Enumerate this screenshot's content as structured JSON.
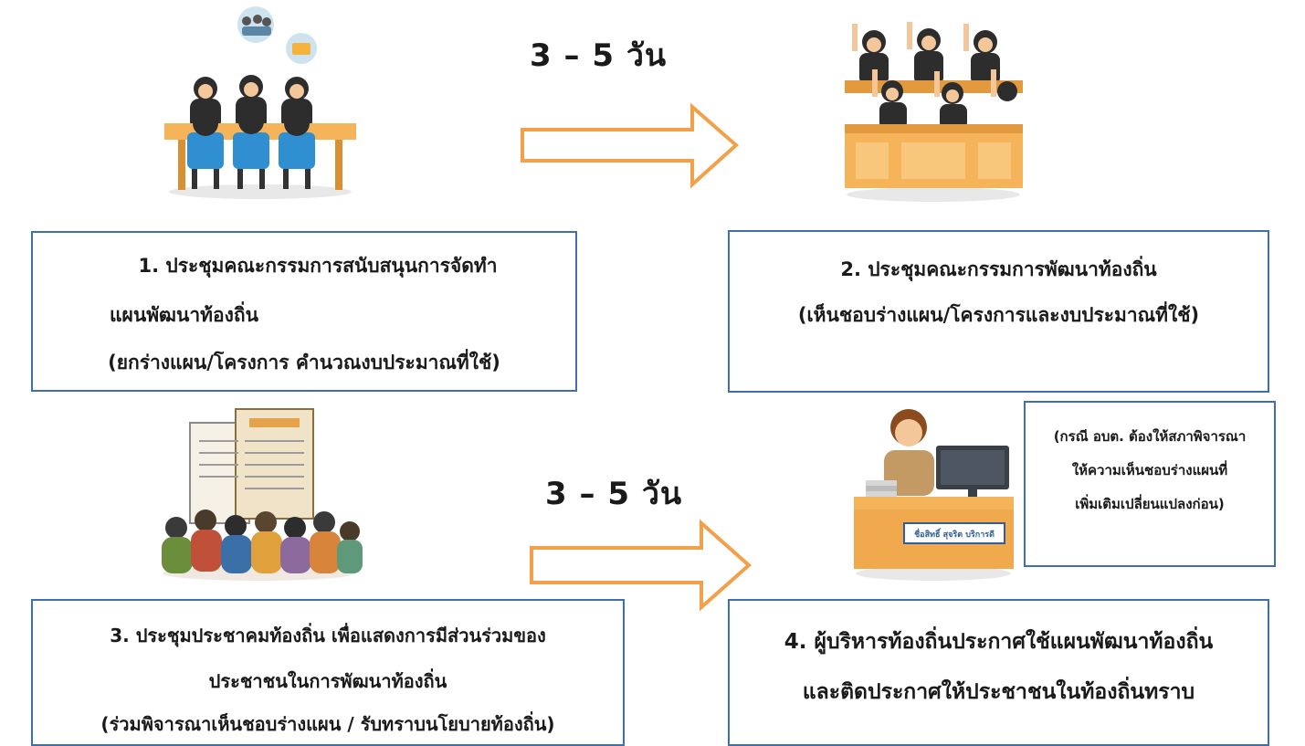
{
  "colors": {
    "box_border": "#3e6fb0",
    "arrow": "#f2a04a",
    "desk": "#f5b35a",
    "suit": "#2d2d2d",
    "chair": "#2f8fd0"
  },
  "arrows": [
    {
      "label": "3 – 5 วัน",
      "icon": "right-arrow"
    },
    {
      "label": "3 – 5 วัน",
      "icon": "right-arrow"
    }
  ],
  "steps": [
    {
      "line1": "1. ประชุมคณะกรรมการสนับสนุนการจัดทำ",
      "line2": "แผนพัฒนาท้องถิ่น",
      "line3": "(ยกร่างแผน/โครงการ คำนวณงบประมาณที่ใช้)",
      "icon": "committee-meeting-icon"
    },
    {
      "line1": "2. ประชุมคณะกรรมการพัฒนาท้องถิ่น",
      "line2": "(เห็นชอบร่างแผน/โครงการและงบประมาณที่ใช้)",
      "icon": "council-vote-icon"
    },
    {
      "line1": "3. ประชุมประชาคมท้องถิ่น เพื่อแสดงการมีส่วนร่วมของ",
      "line2": "ประชาชนในการพัฒนาท้องถิ่น",
      "line3": "(ร่วมพิจารณาเห็นชอบร่างแผน / รับทราบนโยบายท้องถิ่น)",
      "icon": "community-forum-icon"
    },
    {
      "line1": "4. ผู้บริหารท้องถิ่นประกาศใช้แผนพัฒนาท้องถิ่น",
      "line2": "และติดประกาศให้ประชาชนในท้องถิ่นทราบ",
      "icon": "executive-desk-icon",
      "nameplate": "ชื่อสิทธิ์ สุจริต บริการดี"
    }
  ],
  "note": {
    "line1": "(กรณี อบต. ต้องให้สภาพิจารณา",
    "line2": "ให้ความเห็นชอบร่างแผนที่",
    "line3": "เพิ่มเติมเปลี่ยนแปลงก่อน)"
  }
}
